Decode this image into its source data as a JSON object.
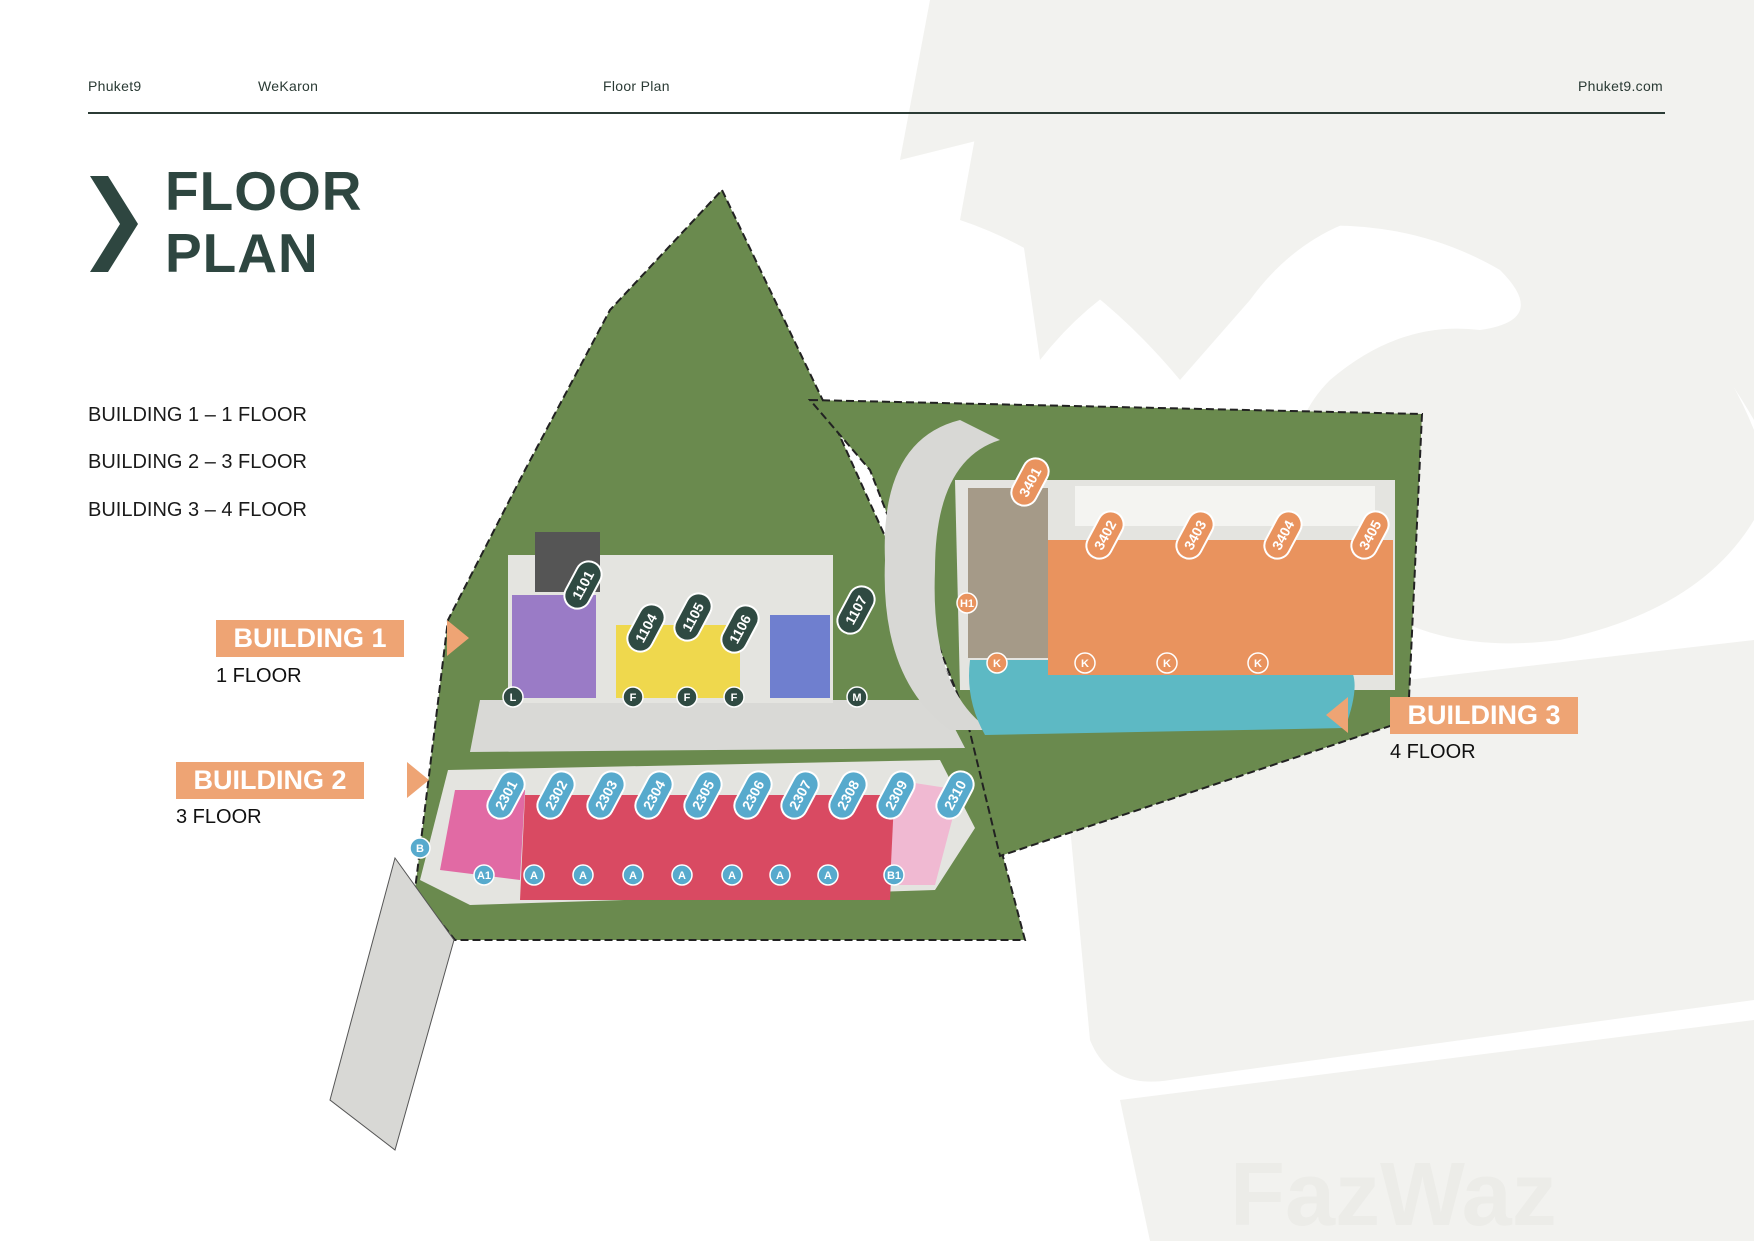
{
  "header": {
    "brand": "Phuket9",
    "project": "WeKaron",
    "section": "Floor Plan",
    "site": "Phuket9.com"
  },
  "title": {
    "line1": "FLOOR",
    "line2": "PLAN"
  },
  "building_list": [
    "BUILDING 1 – 1 FLOOR",
    "BUILDING 2 – 3 FLOOR",
    "BUILDING 3 – 4 FLOOR"
  ],
  "callouts": {
    "b1": {
      "name": "BUILDING 1",
      "floors": "1 FLOOR"
    },
    "b2": {
      "name": "BUILDING 2",
      "floors": "3 FLOOR"
    },
    "b3": {
      "name": "BUILDING 3",
      "floors": "4 FLOOR"
    }
  },
  "units": {
    "building1": [
      "1101",
      "1104",
      "1105",
      "1106",
      "1107"
    ],
    "building2": [
      "2301",
      "2302",
      "2303",
      "2304",
      "2305",
      "2306",
      "2307",
      "2308",
      "2309",
      "2310"
    ],
    "building3": [
      "3401",
      "3402",
      "3403",
      "3404",
      "3405"
    ]
  },
  "unit_types": {
    "building1": [
      "L",
      "F",
      "F",
      "F",
      "M"
    ],
    "building2": [
      "B",
      "A1",
      "A",
      "A",
      "A",
      "A",
      "A",
      "A",
      "A",
      "B1"
    ],
    "building3": [
      "H1",
      "K",
      "K",
      "K",
      "K"
    ]
  },
  "colors": {
    "accent": "#eea474",
    "title": "#2e4640",
    "grass": "#6a8a4e",
    "unit_dark": "#2f4a42",
    "unit_blue": "#57aacd",
    "unit_orange": "#e9935e",
    "pool": "#5db9c4",
    "purple": "#9a7bc6",
    "yellow": "#efd84d",
    "violet": "#6f7fcf",
    "pink": "#e16aa4",
    "red": "#d94a62",
    "light_pink": "#f0b9d2"
  }
}
